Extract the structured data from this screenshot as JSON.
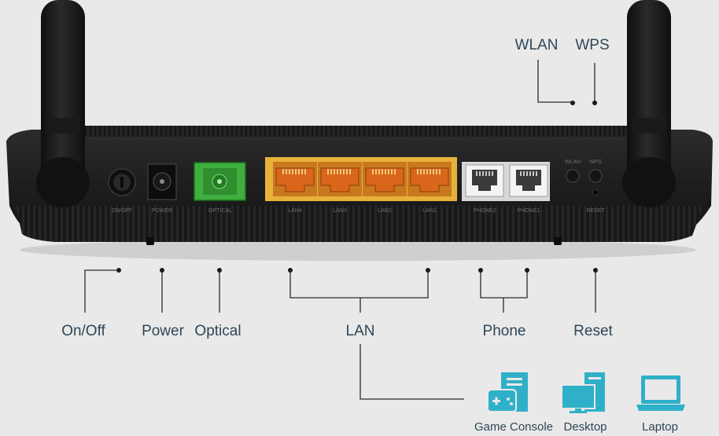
{
  "callouts": {
    "wlan": "WLAN",
    "wps": "WPS",
    "onoff": "On/Off",
    "power": "Power",
    "optical": "Optical",
    "lan": "LAN",
    "phone": "Phone",
    "reset": "Reset"
  },
  "devices": [
    {
      "label": "Game Console",
      "icon": "game-console-icon"
    },
    {
      "label": "Desktop",
      "icon": "desktop-icon"
    },
    {
      "label": "Laptop",
      "icon": "laptop-icon"
    }
  ],
  "port_labels": {
    "onoff": "ON/OFF",
    "power": "POWER",
    "optical": "OPTICAL",
    "lan4": "LAN4",
    "lan3": "LAN3",
    "lan2": "LAN2",
    "lan1": "LAN1",
    "phone2": "PHONE2",
    "phone1": "PHONE1",
    "wlan": "WLAN",
    "wps": "WPS",
    "reset": "RESET"
  },
  "colors": {
    "background": "#e9e9e9",
    "router_body": "#1f1f1f",
    "lan_panel": "#e8b23a",
    "lan_jack": "#d9661a",
    "optical_port": "#3fae3f",
    "icon_teal": "#2fb0c8",
    "callout_text": "#2e4756"
  }
}
